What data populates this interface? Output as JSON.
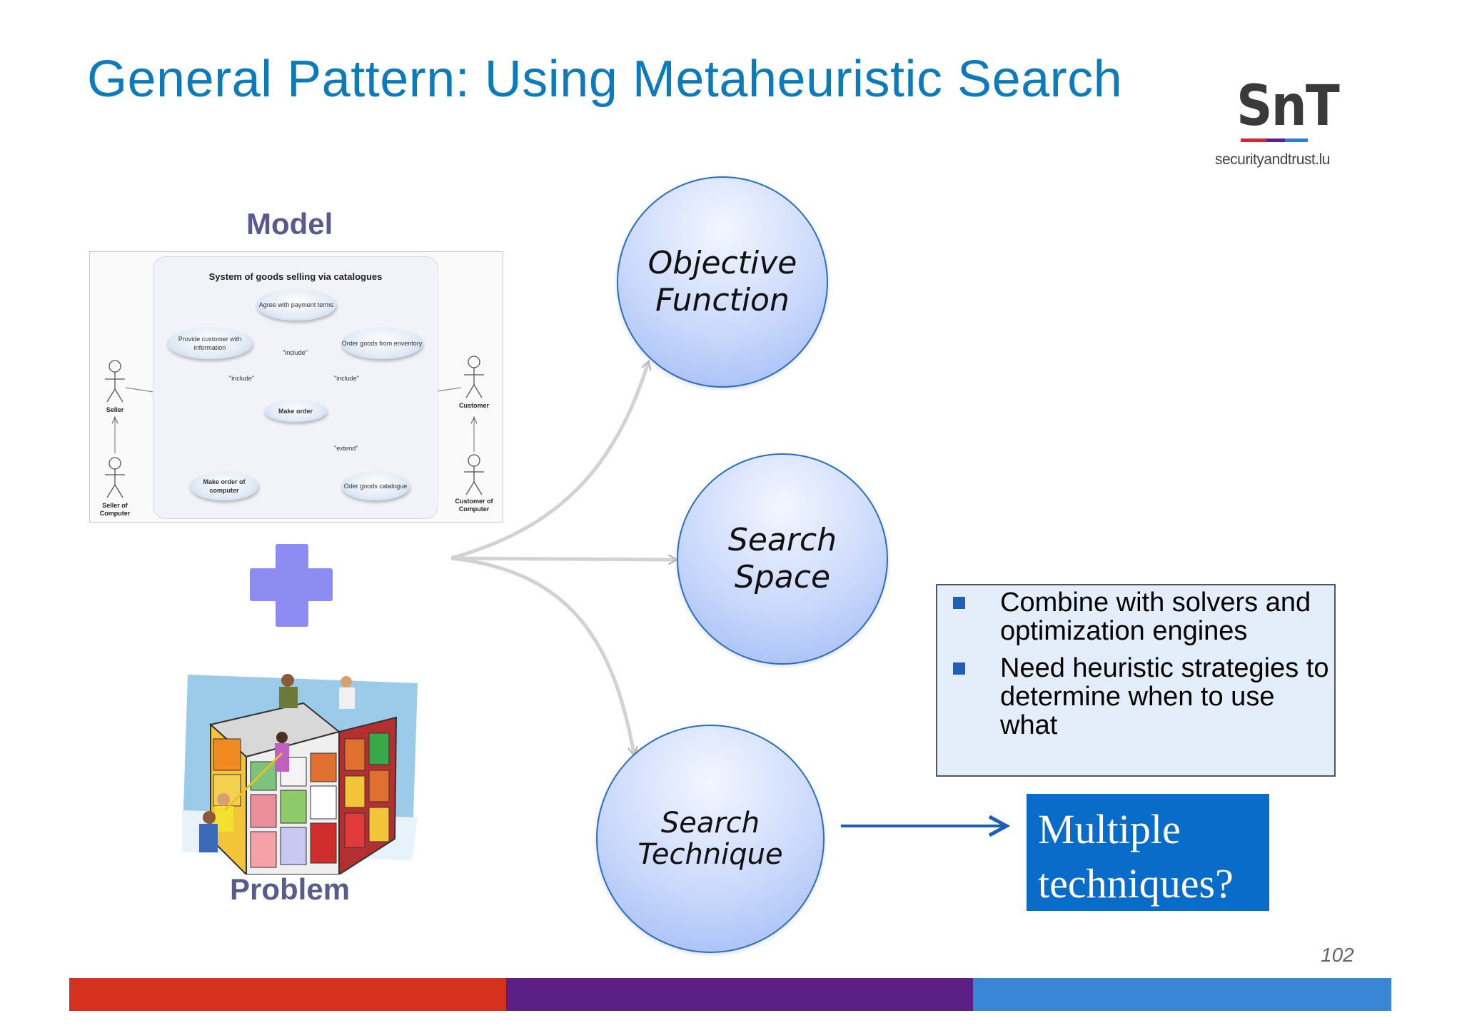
{
  "title": "General Pattern: Using Metaheuristic Search",
  "logo": {
    "mark": "SnT",
    "url": "securityandtrust.lu",
    "stripe_colors": [
      "#d7262e",
      "#5a1f8a",
      "#2e7fd0"
    ]
  },
  "model_label": "Model",
  "use_case_diagram": {
    "system": "System of goods selling via catalogues",
    "use_cases": {
      "agree": "Agree with payment terms",
      "provide": "Provide customer with information",
      "order_goods": "Order goods from enventory",
      "make_order": "Make order",
      "make_order_computer": "Make order of computer",
      "oder_catalogue": "Oder goods catalogue"
    },
    "actors": {
      "seller": "Seller",
      "seller_computer": "Seller of Computer",
      "customer": "Customer",
      "customer_computer": "Customer of Computer"
    },
    "relations": {
      "include": "\"include\"",
      "extend": "\"extend\""
    }
  },
  "problem_label": "Problem",
  "circles": {
    "objective": "Objective\nFunction",
    "space": "Search\nSpace",
    "technique": "Search\nTechnique"
  },
  "notes": [
    "Combine with solvers and optimization engines",
    "Need heuristic strategies to determine when to use what"
  ],
  "callout": "Multiple techniques?",
  "page_number": "102",
  "colors": {
    "title": "#0d7ab9",
    "circle_border": "#2a6fbf",
    "callout_bg": "#0a6cc9",
    "footer": [
      "#d6301f",
      "#5b1f86",
      "#3a86d6"
    ]
  }
}
